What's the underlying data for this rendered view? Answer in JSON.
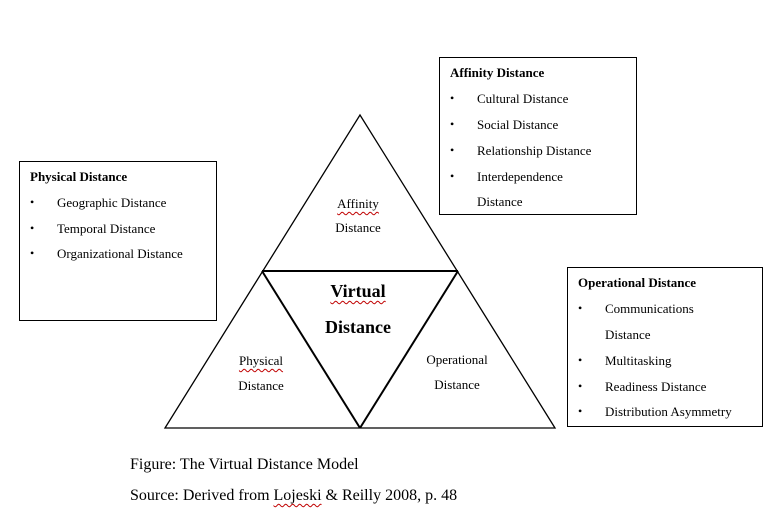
{
  "physical_box": {
    "title": "Physical Distance",
    "items": [
      "Geographic Distance",
      "Temporal Distance",
      "Organizational Distance"
    ]
  },
  "affinity_box": {
    "title": "Affinity Distance",
    "items": [
      "Cultural Distance",
      "Social Distance",
      "Relationship Distance",
      "Interdependence",
      "Distance"
    ]
  },
  "operational_box": {
    "title": "Operational Distance",
    "items": [
      "Communications",
      "Distance",
      "Multitasking",
      "Readiness Distance",
      "Distribution Asymmetry"
    ]
  },
  "triangle": {
    "affinity_line1": "Affinity",
    "affinity_line2": "Distance",
    "physical_line1": "Physical",
    "physical_line2": "Distance",
    "operational_line1": "Operational",
    "operational_line2": "Distance",
    "center_line1": "Virtual",
    "center_line2": "Distance"
  },
  "caption": {
    "figure": "Figure: The Virtual Distance Model",
    "source_prefix": "Source: Derived from ",
    "source_author": "Lojeski",
    "source_suffix": " & Reilly 2008, p. 48"
  }
}
